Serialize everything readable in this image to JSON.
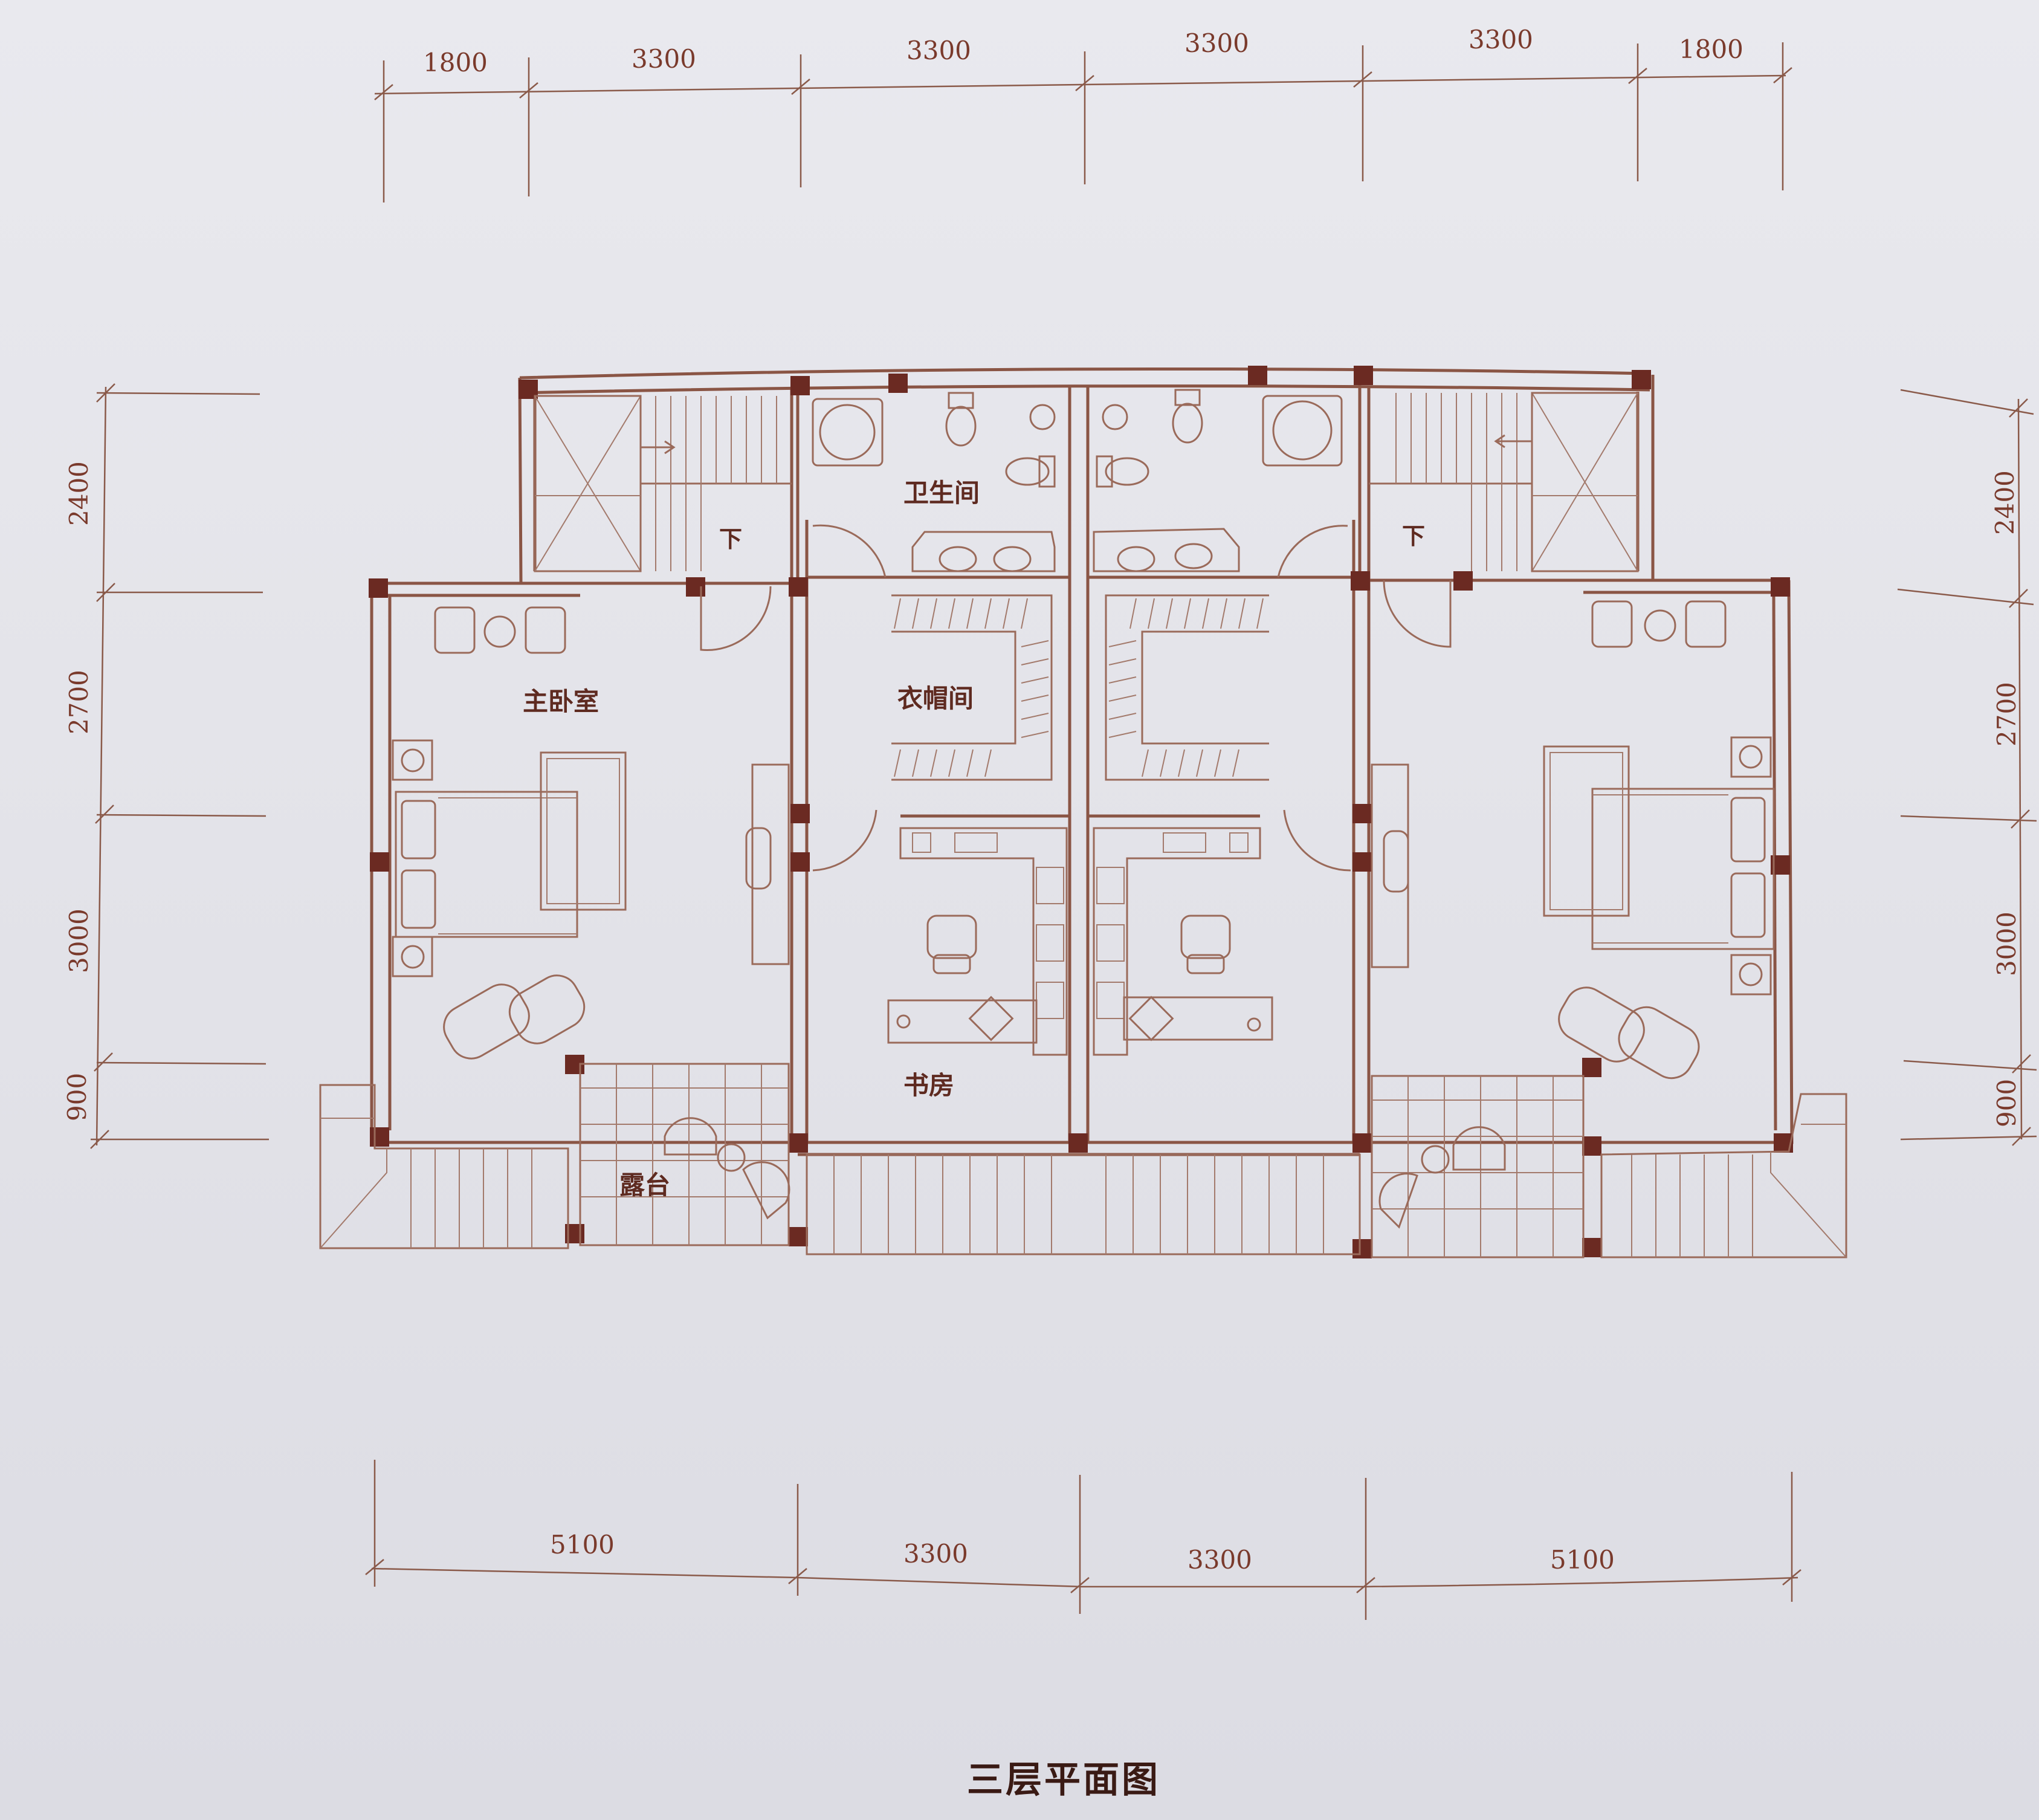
{
  "title": "三层平面图",
  "dimensions": {
    "top": [
      "1800",
      "3300",
      "3300",
      "3300",
      "3300",
      "1800"
    ],
    "bottom": [
      "5100",
      "3300",
      "3300",
      "5100"
    ],
    "left": [
      "2400",
      "2700",
      "3000",
      "900"
    ],
    "right": [
      "2400",
      "2700",
      "3000",
      "900"
    ]
  },
  "rooms": {
    "bathroom": "卫生间",
    "master_bedroom": "主卧室",
    "closet": "衣帽间",
    "study": "书房",
    "terrace": "露台"
  },
  "stairs": {
    "left_down": "下",
    "right_down": "下"
  },
  "colors": {
    "line": "#8a5545",
    "column": "#6b2a22",
    "text": "#5e2a20",
    "paper": "#e6e6ec"
  }
}
